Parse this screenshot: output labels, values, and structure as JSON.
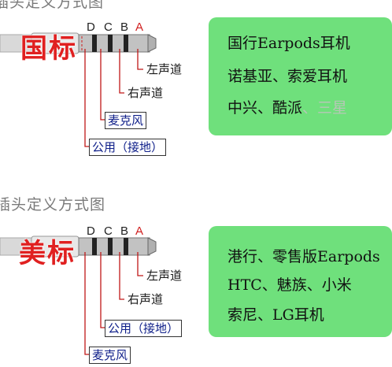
{
  "top": {
    "title_fragment": "插头定义方式图",
    "standard": "国标",
    "pins": [
      "D",
      "C",
      "B",
      "A"
    ],
    "callouts": [
      "左声道",
      "右声道",
      "麦克风",
      "公用（接地）"
    ],
    "card_lines": [
      "国行Earpods耳机",
      "诺基亚、索爱耳机",
      "中兴、酷派"
    ],
    "card_muted": "、三星"
  },
  "bottom": {
    "title": "插头定义方式图",
    "standard": "美标",
    "pins": [
      "D",
      "C",
      "B",
      "A"
    ],
    "callouts": [
      "左声道",
      "右声道",
      "公用（接地）",
      "麦克风"
    ],
    "card_lines": [
      "港行、零售版Earpods",
      "HTC、魅族、小米",
      "索尼、LG耳机"
    ]
  },
  "colors": {
    "standard_red": "#e02020",
    "card_green": "#6fe07c",
    "callout_blue": "#10208a",
    "plug_metal": "#b8b8b8",
    "insulator_ring": "#222222"
  }
}
